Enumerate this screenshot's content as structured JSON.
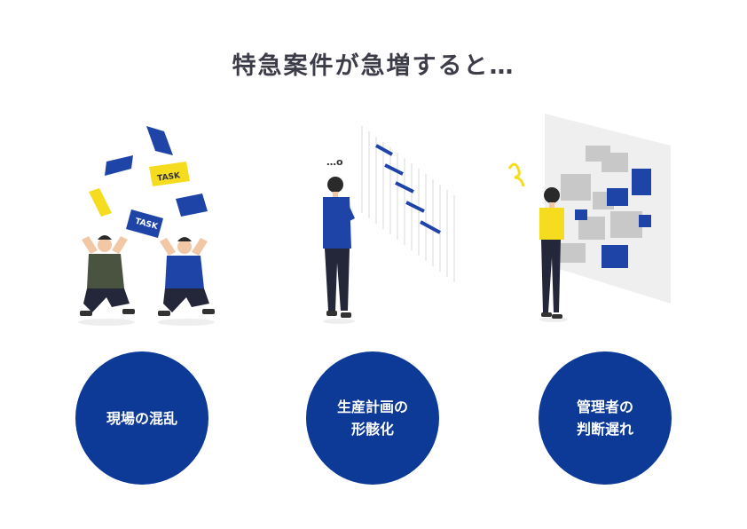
{
  "title": "特急案件が急増すると…",
  "panels": [
    {
      "lines": [
        "現場の混乱"
      ]
    },
    {
      "lines": [
        "生産計画の",
        "形骸化"
      ]
    },
    {
      "lines": [
        "管理者の",
        "判断遅れ"
      ]
    }
  ],
  "cards": {
    "task_label": "TASK"
  },
  "thought": "…o",
  "colors": {
    "navy": "#0c3a96",
    "blue": "#1e44a8",
    "yellow": "#f5dc1e",
    "gray": "#c8c8c8",
    "text": "#3d3d4a"
  }
}
